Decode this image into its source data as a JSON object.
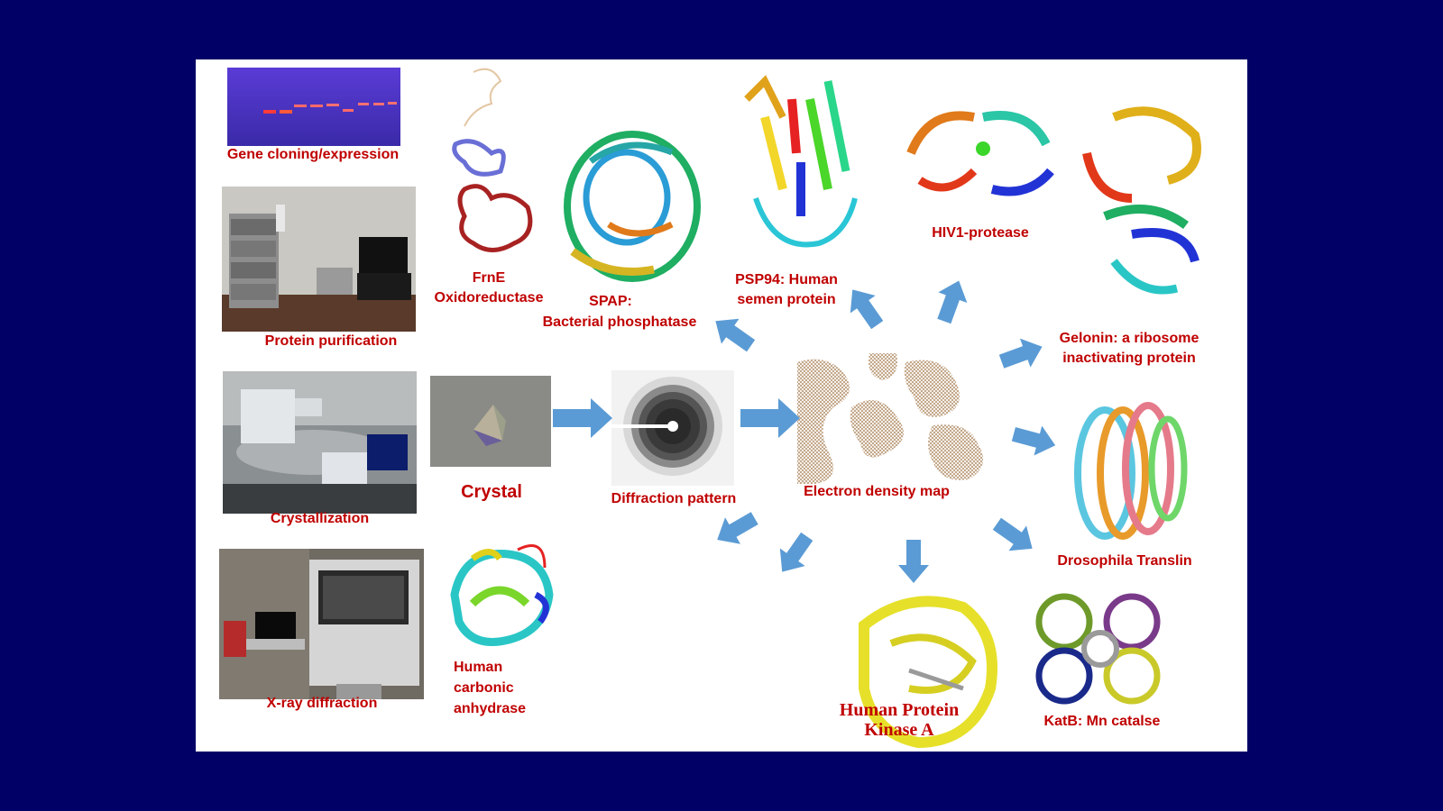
{
  "colors": {
    "background": "#000066",
    "slide": "#ffffff",
    "label": "#c00000",
    "arrow": "#5b9bd5"
  },
  "labels": {
    "gene_cloning": "Gene cloning/expression",
    "protein_purification": "Protein purification",
    "crystallization": "Crystallization",
    "xray_diffraction": "X-ray diffraction",
    "crystal": "Crystal",
    "diffraction_pattern": "Diffraction pattern",
    "electron_density_map": "Electron density map",
    "frne_line1": "FrnE",
    "frne_line2": "Oxidoreductase",
    "spap_line1": "SPAP:",
    "spap_line2": "Bacterial phosphatase",
    "psp94_line1": "PSP94: Human",
    "psp94_line2": "semen protein",
    "hiv1": "HIV1-protease",
    "gelonin_line1": "Gelonin: a ribosome",
    "gelonin_line2": "inactivating protein",
    "translin": "Drosophila Translin",
    "katb": "KatB: Mn catalse",
    "pka_line1": "Human Protein",
    "pka_line2": "Kinase A",
    "hca_line1": "Human",
    "hca_line2": "carbonic",
    "hca_line3": "anhydrase"
  },
  "icons": [
    "gel-electrophoresis-image",
    "chromatography-system-image",
    "crystallization-robot-image",
    "xray-diffractometer-image",
    "crystal-image",
    "diffraction-pattern-image",
    "electron-density-map-image",
    "protein-structure-image",
    "flow-arrow-icon"
  ]
}
